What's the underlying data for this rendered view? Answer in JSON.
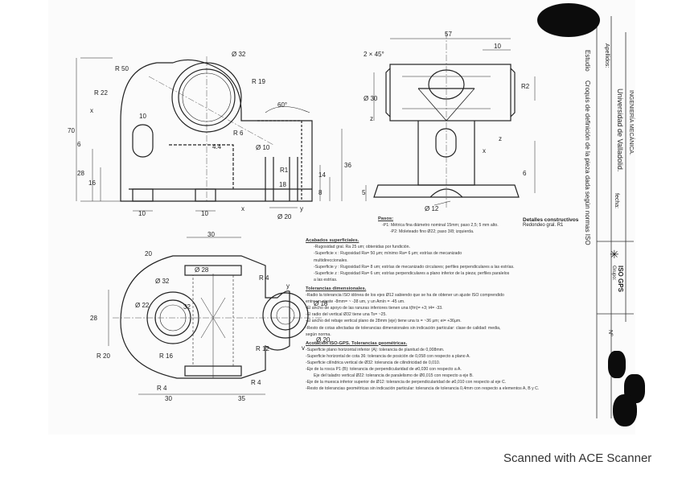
{
  "dims": {
    "r50": "R 50",
    "r22": "R 22",
    "x1": "x",
    "d32": "Ø 32",
    "r19": "R 19",
    "a60": "60°",
    "d10": "Ø 10",
    "r6": "R 6",
    "h70": "70",
    "h6": "6",
    "h28": "28",
    "h16": "16",
    "l10a": "10",
    "l44": "4.4",
    "r1": "R1",
    "l18": "18",
    "l14": "14",
    "l8": "8",
    "l36": "36",
    "b10a": "10",
    "b10b": "10",
    "bx": "x",
    "d20b": "Ø 20",
    "by": "y",
    "c45": "2 × 45°",
    "w57": "57",
    "w10": "10",
    "d30": "Ø 30",
    "r2": "R2",
    "z1": "z",
    "z2": "z",
    "h5": "5",
    "h6b": "6",
    "c12": "Ø 12",
    "x2": "x",
    "t30": "30",
    "t20": "20",
    "d28": "Ø 28",
    "r4": "R 4",
    "d32p": "Ø 32",
    "d22": "Ø 22",
    "p28": "28",
    "p32": "32",
    "r20": "R 20",
    "r16": "R 16",
    "r12": "R 12",
    "d18": "Ø 18",
    "d20p": "Ø 20",
    "r4b": "R 4",
    "r4c": "R 4",
    "b30": "30",
    "b35": "35",
    "v": "v",
    "y2": "y"
  },
  "constructive": {
    "title": "Detalles constructivos",
    "sub": "Redondeo gral. R1"
  },
  "notes": {
    "pasos_head": "Pasos:",
    "p1": "-P1: Métrica fina diámetro nominal 15mm; paso 2,5; 5 mm alto.",
    "p2": "-P2: Moleteado fino Ø22; paso 3/8; izquierda.",
    "acabados_head": "Acabados superficiales.",
    "a1": "-Rugosidad gral. Ra 25 um; obtenidas por fundición.",
    "a2": "-Superficie x : Rugosidad Ra= 50 μm; mínimo Ra= 6 μm; estrías de mecanizado",
    "a2b": "multidireccionales.",
    "a3": "-Superficie y : Rugosidad Ra= 8 um; estrías de mecanizado circulares; perfiles perpendiculares a las estrías.",
    "a4": "-Superficie z : Rugosidad Ra= 6 um; estrías perpendiculares a plano inferior de la pieza; perfiles paralelos",
    "a4b": "a las estrías.",
    "tol_head": "Tolerancias dimensionales.",
    "t1": "-Radio la tolerancia ISO idónea de los ejes Ø12 sabiendo que se ha de obtener un ajuste ISO comprendido",
    "t1b": "entre un ajuste -8mm= ~ -38 um, y un Amín = -45 um.",
    "t2": "-El ancho de apoyo de las ranuras inferiores tienen una t(fm)= +3; t4= -33.",
    "t3": "-El radio del vertical Ø32 tiene una Ts= ~25.",
    "t4": "-El ancho del rebaje vertical plano de 28mm (eje) tiene una ts = ~36 μm; ei= +36μm.",
    "t5": "-Resto de cotas afectadas de tolerancias dimensionales sin indicación particular: clase de calidad: media,",
    "t5b": "según norma.",
    "geo_head": "Acotación ISO-GPS. Tolerancias geométricas.",
    "g1": "-Superficie plano horizontal inferior (A): tolerancia de planitud de 0,008mm.",
    "g2": "-Superficie horizontal de cota 36: tolerancia de posición de 0,058 con respecto a plano A.",
    "g3": "-Superficie cilíndrica vertical de Ø32: tolerancia de cilindricidad de 0,010.",
    "g4": "-Eje de la rosca P1 (B): tolerancia de perpendicularidad de ø0,030 con respecto a A.",
    "g5": "Eje del taladro vertical Ø22: tolerancia de paralelismo de Ø0,015 con respecto a eje B.",
    "g6": "-Eje de la muesca inferior superior de Ø12: tolerancia de perpendicularidad de ø0,010 con respecto al eje C.",
    "g7": "-Resto de tolerancias geométricas sin indicación particular: tolerancia de tolerancia 0,4mm con respecto a elementos A, B y C."
  },
  "titleblock": {
    "apellidos": "Apellidos:",
    "title": "Croquis de definición de la pieza dada según normas ISO",
    "title_prefix": "Estudio",
    "univ": "Universidad de Valladolid.",
    "dept": "INGENIERÍA MECÁNICA.",
    "fecha": "fecha:",
    "iso": "ISO GPS",
    "grupo": "Grupo:",
    "no": "Nº"
  },
  "footer": {
    "scanner": "Scanned with ACE Scanner"
  }
}
